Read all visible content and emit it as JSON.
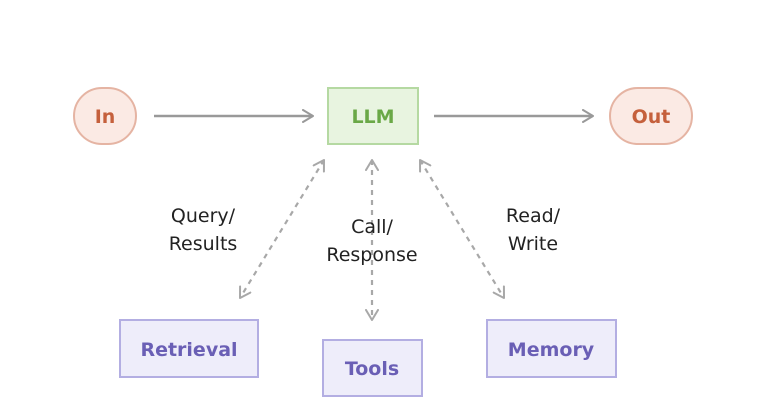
{
  "nodes": {
    "in": {
      "label": "In",
      "fill": "#fbeae4",
      "stroke": "#e5b4a3",
      "text_color": "#c5603c"
    },
    "llm": {
      "label": "LLM",
      "fill": "#e8f4e0",
      "stroke": "#b5d9a2",
      "text_color": "#6aa847"
    },
    "out": {
      "label": "Out",
      "fill": "#fbeae4",
      "stroke": "#e5b4a3",
      "text_color": "#c5603c"
    },
    "retrieval": {
      "label": "Retrieval",
      "fill": "#eeedfa",
      "stroke": "#b3aee2",
      "text_color": "#6a5fb5"
    },
    "tools": {
      "label": "Tools",
      "fill": "#eeedfa",
      "stroke": "#b3aee2",
      "text_color": "#6a5fb5"
    },
    "memory": {
      "label": "Memory",
      "fill": "#eeedfa",
      "stroke": "#b3aee2",
      "text_color": "#6a5fb5"
    }
  },
  "edges": {
    "query_results": {
      "line1": "Query/",
      "line2": "Results"
    },
    "call_response": {
      "line1": "Call/",
      "line2": "Response"
    },
    "read_write": {
      "line1": "Read/",
      "line2": "Write"
    }
  },
  "colors": {
    "arrow_solid": "#999999",
    "arrow_dashed": "#a8a8a8"
  }
}
